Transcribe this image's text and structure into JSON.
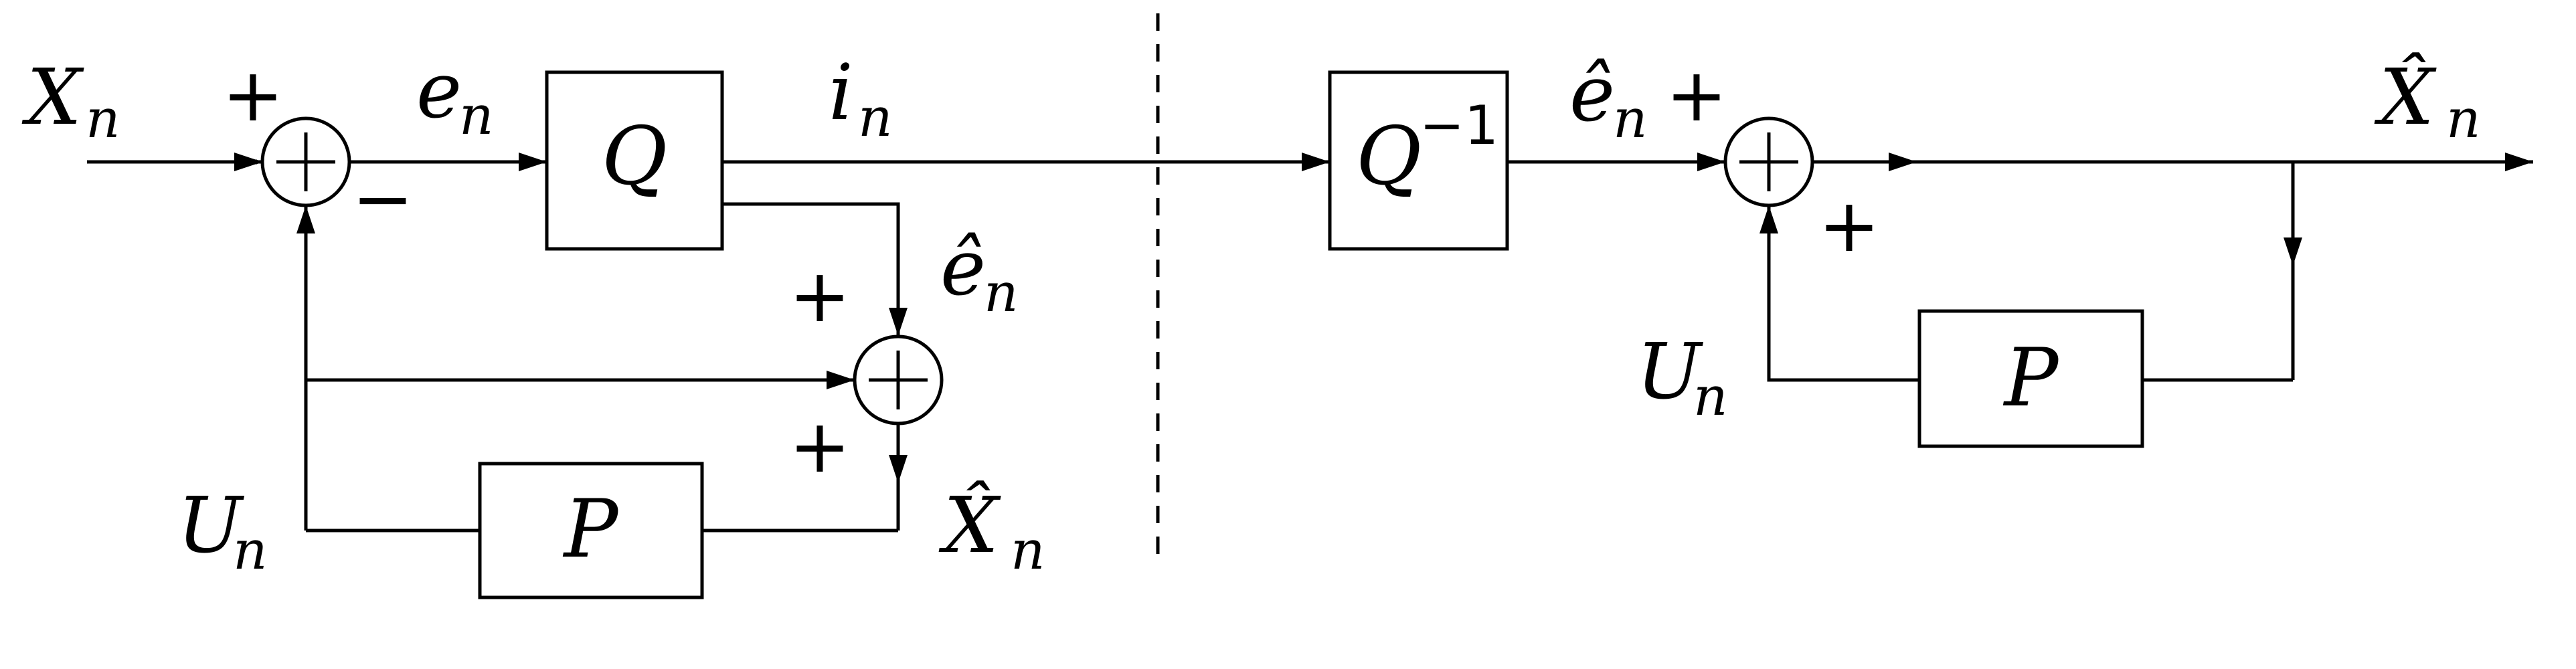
{
  "blocks": {
    "quantizer": "Q",
    "inverse_quantizer": "Q",
    "inverse_exponent": "−1",
    "predictor_encoder": "P",
    "predictor_decoder": "P"
  },
  "signals": {
    "input": "X",
    "input_sub": "n",
    "error": "e",
    "error_sub": "n",
    "index": "i",
    "index_sub": "n",
    "error_hat": "ê",
    "error_hat_sub": "n",
    "error_hat_dec": "ê",
    "error_hat_dec_sub": "n",
    "recon_enc": "X̂",
    "recon_enc_sub": "n",
    "recon_dec": "X̂",
    "recon_dec_sub": "n",
    "pred_enc": "U",
    "pred_enc_sub": "n",
    "pred_dec": "U",
    "pred_dec_sub": "n"
  },
  "signs": {
    "sum1_top": "+",
    "sum1_bottom": "−",
    "sum2_left": "+",
    "sum2_bottom": "+",
    "sum3_left": "+",
    "sum3_bottom": "+"
  }
}
